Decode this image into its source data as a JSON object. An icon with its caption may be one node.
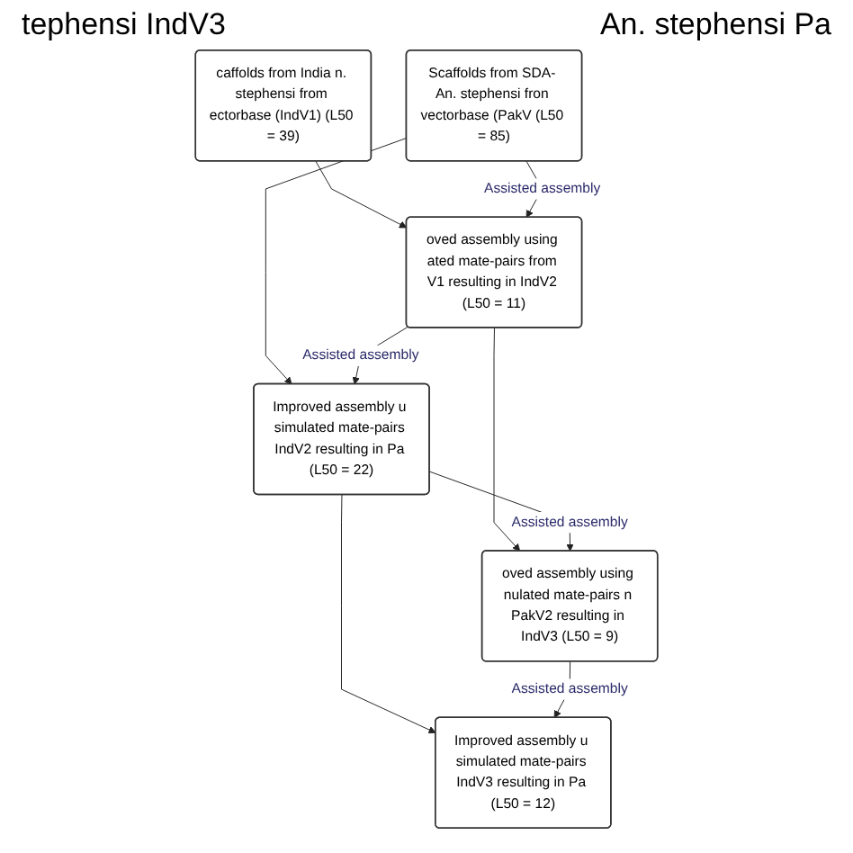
{
  "diagram": {
    "nodes": [
      {
        "text": [
          "caffolds from India n. stephensi from ectorbase (IndV1) (L50 = 39)"
        ]
      },
      {
        "text": [
          "Scaffolds from SDA- An. stephensi fron vectorbase (PakV (L50 = 85)"
        ]
      },
      {
        "text": [
          "oved assembly using ated mate-pairs from V1 resulting in IndV2 (L50 = 11)"
        ]
      },
      {
        "text": [
          "Improved assembly u simulated mate-pairs IndV2 resulting in Pa (L50 = 22)"
        ]
      },
      {
        "text": [
          "oved assembly using nulated mate-pairs n PakV2 resulting in IndV3 (L50 = 9)"
        ]
      },
      {
        "text": [
          "Improved assembly u simulated mate-pairs IndV3 resulting in Pa (L50 = 12)"
        ]
      }
    ],
    "edges": [
      {
        "from": 0,
        "to": 2,
        "arrow": "to"
      },
      {
        "from": 1,
        "to": 3,
        "arrow": "to"
      },
      {
        "from": 1,
        "to": 2,
        "arrow": "to",
        "label": "Assisted assembly"
      },
      {
        "from": 2,
        "to": 3,
        "arrow": "to",
        "label": "Assisted assembly"
      },
      {
        "from": 2,
        "to": 4,
        "arrow": "to"
      },
      {
        "from": 3,
        "to": 5,
        "arrow": "to"
      },
      {
        "from": 3,
        "to": 4,
        "arrow": "to",
        "label": "Assisted assembly"
      },
      {
        "from": 4,
        "to": 5,
        "arrow": "to",
        "label": "Assisted assembly"
      }
    ],
    "labels": [
      "tephensi IndV3",
      "An. stephensi Pa"
    ]
  }
}
